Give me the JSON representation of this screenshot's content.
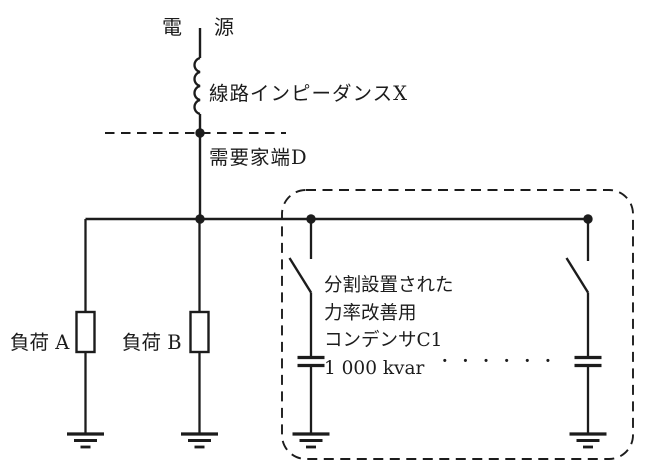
{
  "diagram": {
    "title_semantic": "power-factor-capacitor-bank-single-line-diagram",
    "source": {
      "label": "電　源"
    },
    "impedance": {
      "label": "線路インピーダンスX"
    },
    "consumer_end": {
      "label": "需要家端D"
    },
    "loads": {
      "a_label": "負荷 A",
      "b_label": "負荷 B"
    },
    "capacitor_bank": {
      "caption_lines": [
        "分割設置された",
        "力率改善用",
        "コンデンサC1",
        "1 000 kvar"
      ],
      "ellipsis": "······"
    },
    "colors": {
      "line": "#1c1c1c",
      "background": "#ffffff"
    }
  }
}
